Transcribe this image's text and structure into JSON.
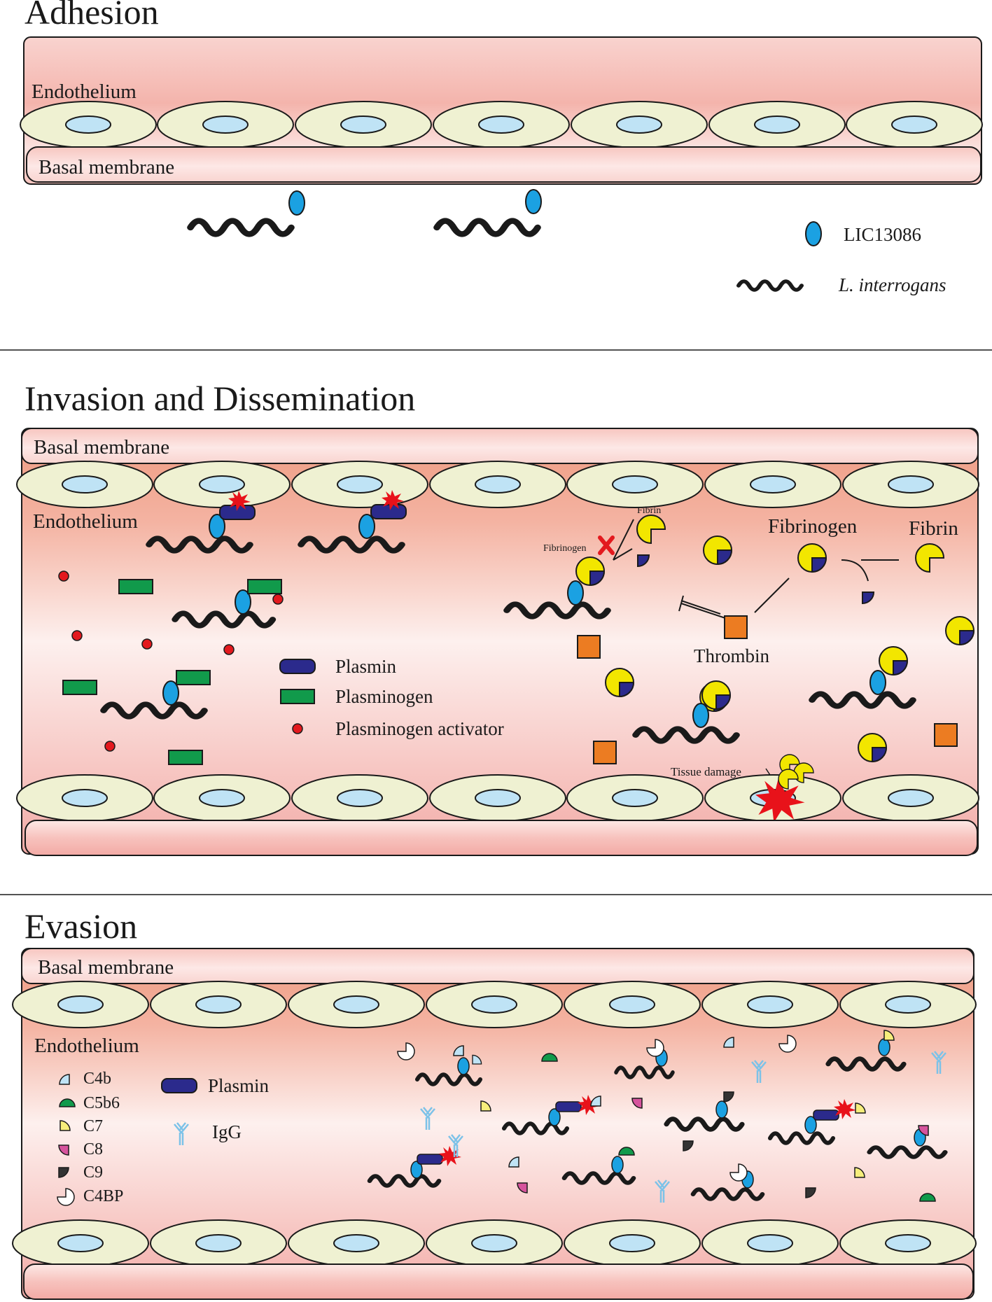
{
  "panels": {
    "adhesion": {
      "title": "Adhesion",
      "endothelium_label": "Endothelium",
      "basal_label": "Basal membrane",
      "legend": {
        "protein_label": "LIC13086",
        "bacterium_label": "L. interrogans"
      }
    },
    "invasion": {
      "title": "Invasion and Dissemination",
      "basal_label": "Basal membrane",
      "endothelium_label": "Endothelium",
      "legend": {
        "plasmin_label": "Plasmin",
        "plasminogen_label": "Plasminogen",
        "activator_label": "Plasminogen activator"
      },
      "fibrinogen_label": "Fibrinogen",
      "fibrin_label": "Fibrin",
      "fibrinogen_small_label": "Fibrinogen",
      "fibrin_small_label": "Fibrin",
      "thrombin_label": "Thrombin",
      "tissue_damage_label": "Tissue damage"
    },
    "evasion": {
      "title": "Evasion",
      "basal_label": "Basal membrane",
      "endothelium_label": "Endothelium",
      "legend": {
        "c4b": "C4b",
        "c5b6": "C5b6",
        "c7": "C7",
        "c8": "C8",
        "c9": "C9",
        "c4bp": "C4BP",
        "plasmin": "Plasmin",
        "igg": "IgG"
      }
    }
  },
  "colors": {
    "vessel_fill_top": "#ef9f86",
    "vessel_fill_mid": "#fde7e4",
    "vessel_fill_bottom": "#f6b8b4",
    "cell_fill": "#eff1d2",
    "nucleus_fill": "#bfe3f5",
    "lic13086": "#1ba1e2",
    "bacterium": "#1a1a1a",
    "plasmin": "#2b2a8c",
    "plasminogen": "#119a4b",
    "activator": "#e3191e",
    "fibrin": "#f2e600",
    "thrombin": "#ec7c22",
    "damage": "#e8121a",
    "c4b": "#bfe3f5",
    "c5b6": "#119a4b",
    "c7": "#f6ee7b",
    "c8": "#d6549d",
    "c9": "#333333",
    "igg": "#7cc2e8"
  }
}
